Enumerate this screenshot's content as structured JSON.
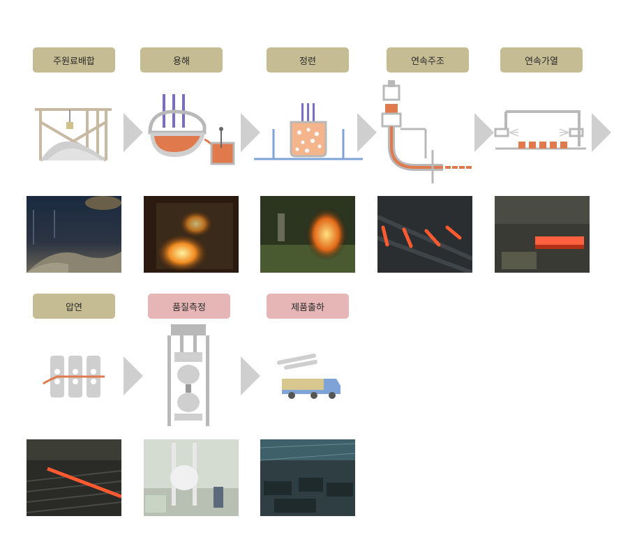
{
  "steps": [
    {
      "label": "주원료배합",
      "color": "tan"
    },
    {
      "label": "용해",
      "color": "tan"
    },
    {
      "label": "정련",
      "color": "tan"
    },
    {
      "label": "연속주조",
      "color": "tan"
    },
    {
      "label": "연속가열",
      "color": "tan"
    },
    {
      "label": "압연",
      "color": "tan"
    },
    {
      "label": "품질측정",
      "color": "pink"
    },
    {
      "label": "제품출하",
      "color": "pink"
    }
  ],
  "colors": {
    "label_tan": "#c6bc93",
    "label_pink": "#e6b6b6",
    "arrow": "#cfcfcf",
    "structure_gray": "#b8b8b8",
    "molten_orange": "#e07a4c",
    "electrode_purple": "#7a6cc4",
    "floor_blue": "#7fa3d6"
  }
}
